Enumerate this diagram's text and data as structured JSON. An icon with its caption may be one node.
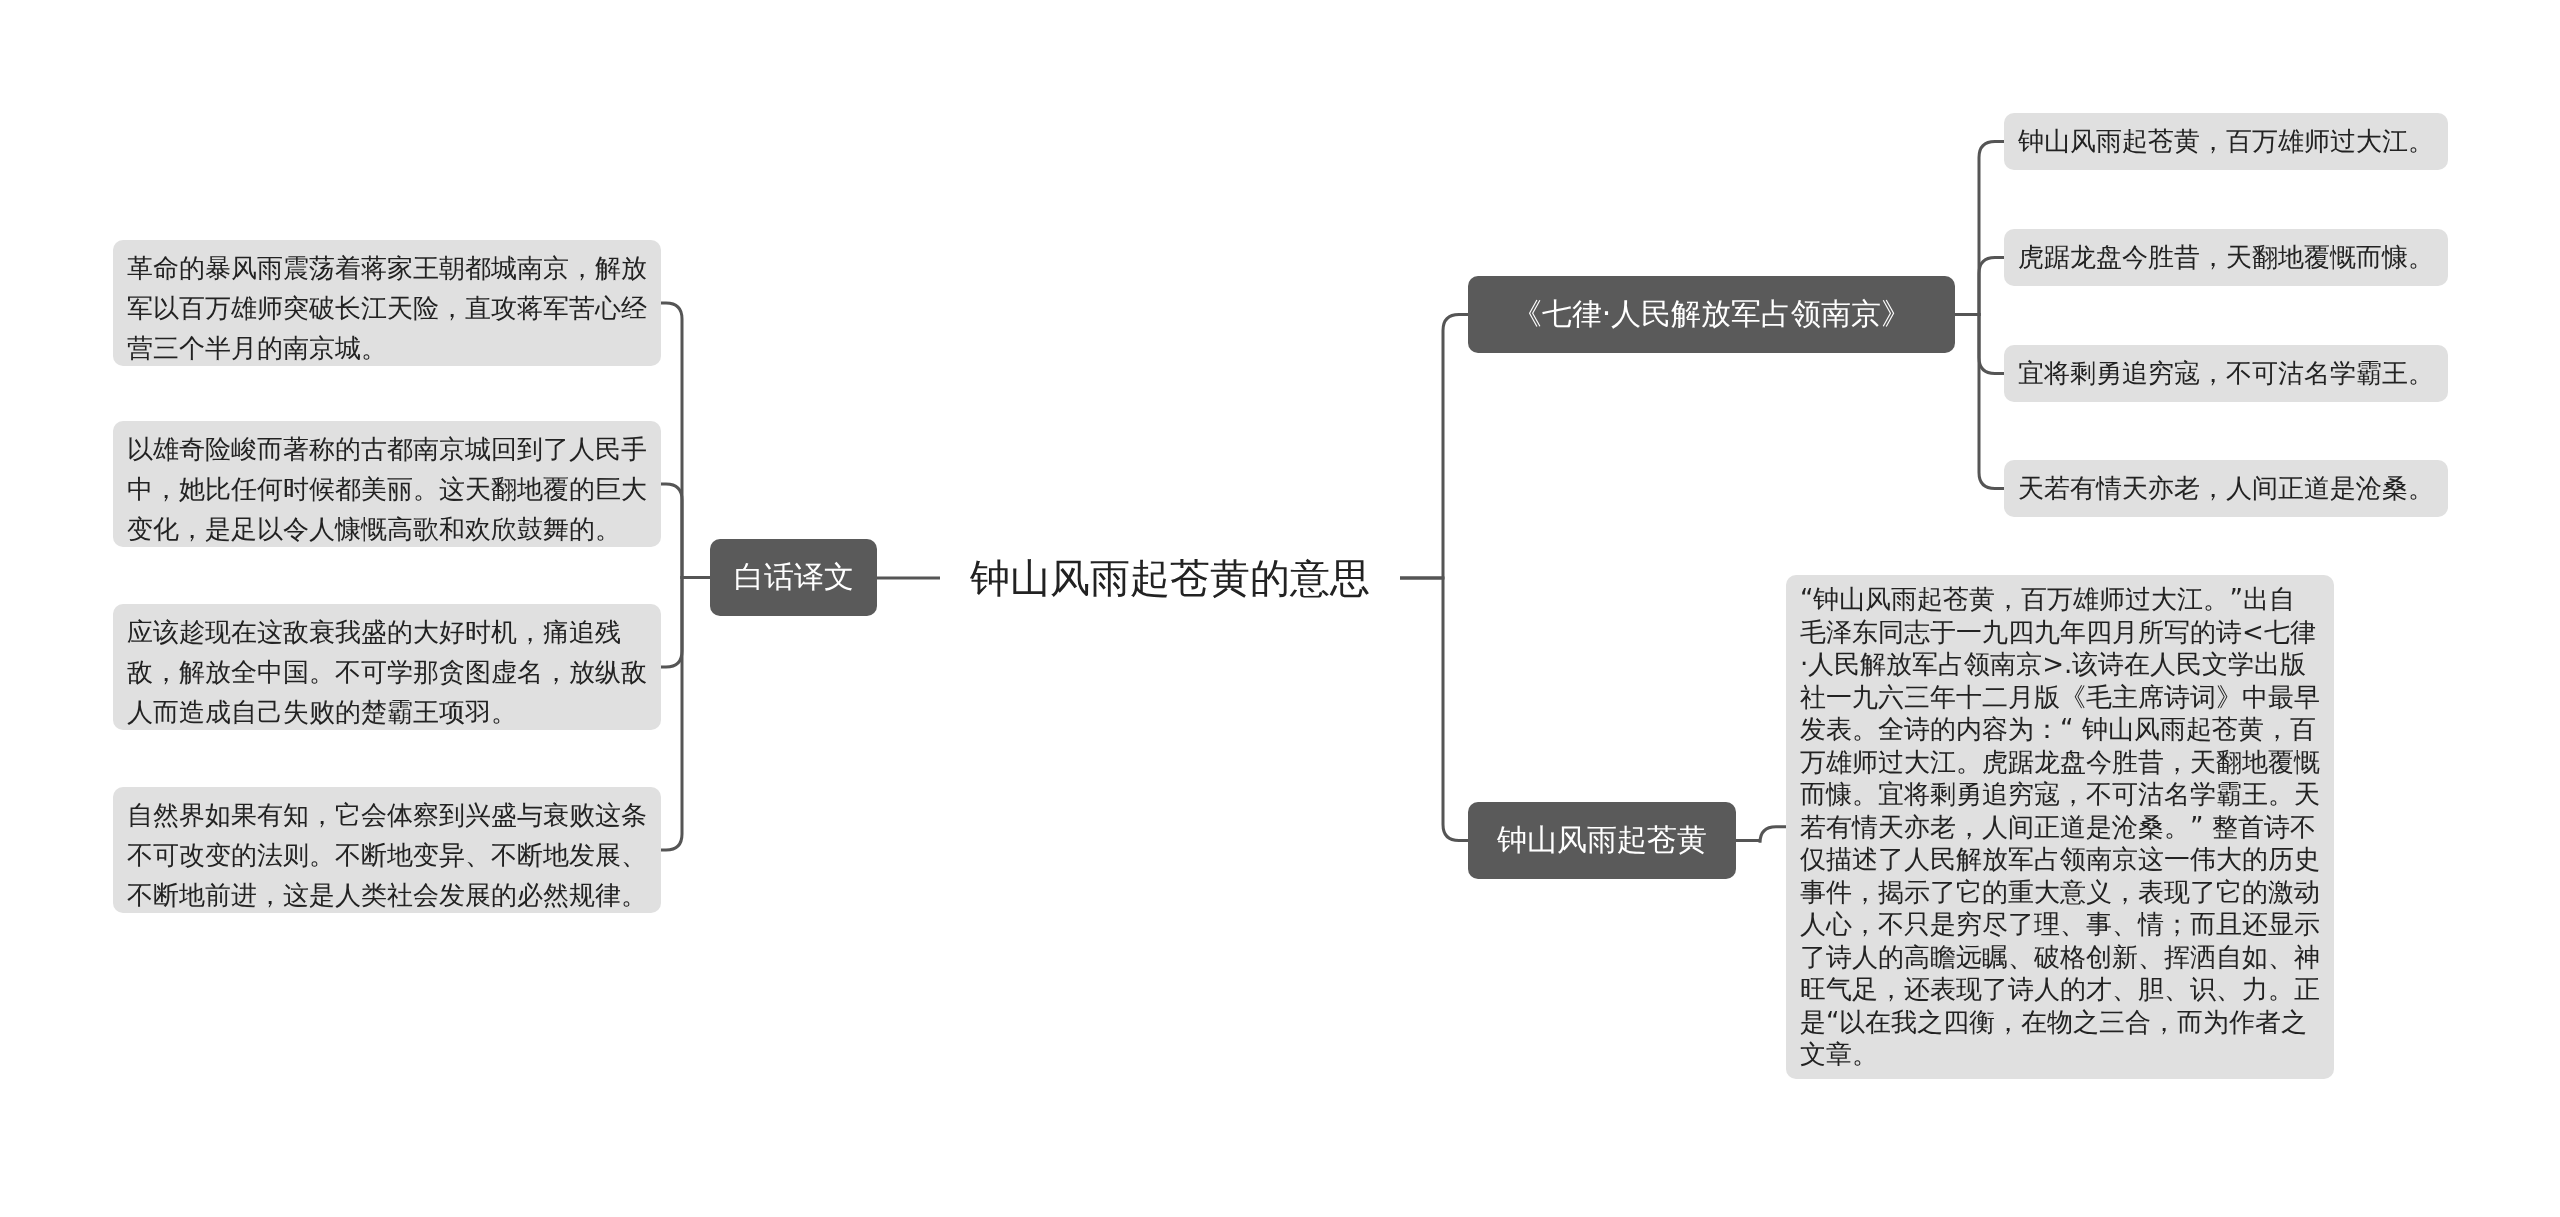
{
  "diagram": {
    "nodes": [
      {
        "text": [
          "钟山风雨起苍黄的意思"
        ]
      },
      {
        "text": [
          "白话译文"
        ]
      },
      {
        "text": [
          "革命的暴风雨震荡着蒋家王朝都城南京，解放军以百万雄师突破长江天险，直攻蒋军苦心经营三个半月的南京城。"
        ]
      },
      {
        "text": [
          "以雄奇险峻而著称的古都南京城回到了人民手中，她比任何时候都美丽。这天翻地覆的巨大变化，是足以令人慷慨高歌和欢欣鼓舞的。"
        ]
      },
      {
        "text": [
          "应该趁现在这敌衰我盛的大好时机，痛追残敌，解放全中国。不可学那贪图虚名，放纵敌人而造成自己失败的楚霸王项羽。"
        ]
      },
      {
        "text": [
          "自然界如果有知，它会体察到兴盛与衰败这条不可改变的法则。不断地变异、不断地发展、不断地前进，这是人类社会发展的必然规律。"
        ]
      },
      {
        "text": [
          "《七律·人民解放军占领南京》"
        ]
      },
      {
        "text": [
          "钟山风雨起苍黄，百万雄师过大江。"
        ]
      },
      {
        "text": [
          "虎踞龙盘今胜昔，天翻地覆慨而慷。"
        ]
      },
      {
        "text": [
          "宜将剩勇追穷寇，不可沽名学霸王。"
        ]
      },
      {
        "text": [
          "天若有情天亦老，人间正道是沧桑。"
        ]
      },
      {
        "text": [
          "钟山风雨起苍黄"
        ]
      },
      {
        "text": [
          "“钟山风雨起苍黄，百万雄师过大江。”出自毛泽东同志于一九四九年四月所写的诗<七律·人民解放军占领南京>.该诗在人民文学出版社一九六三年十二月版《毛主席诗词》中最早发表。全诗的内容为：“ 钟山风雨起苍黄，百万雄师过大江。虎踞龙盘今胜昔，天翻地覆慨而慷。宜将剩勇追穷寇，不可沽名学霸王。天若有情天亦老，人间正道是沧桑。” 整首诗不仅描述了人民解放军占领南京这一伟大的历史事件，揭示了它的重大意义，表现了它的激动人心，不只是穷尽了理、事、情；而且还显示了诗人的高瞻远瞩、破格创新、挥洒自如、神旺气足，还表现了诗人的才、胆、识、力。正是“以在我之四衡，在物之三合，而为作者之文章。"
        ]
      }
    ],
    "edges": [
      {
        "from": 0,
        "to": 1,
        "arrow": "none"
      },
      {
        "from": 1,
        "to": 2,
        "arrow": "none"
      },
      {
        "from": 1,
        "to": 3,
        "arrow": "none"
      },
      {
        "from": 1,
        "to": 4,
        "arrow": "none"
      },
      {
        "from": 1,
        "to": 5,
        "arrow": "none"
      },
      {
        "from": 0,
        "to": 6,
        "arrow": "none"
      },
      {
        "from": 6,
        "to": 7,
        "arrow": "none"
      },
      {
        "from": 6,
        "to": 8,
        "arrow": "none"
      },
      {
        "from": 6,
        "to": 9,
        "arrow": "none"
      },
      {
        "from": 6,
        "to": 10,
        "arrow": "none"
      },
      {
        "from": 0,
        "to": 11,
        "arrow": "none"
      },
      {
        "from": 11,
        "to": 12,
        "arrow": "none"
      }
    ]
  }
}
